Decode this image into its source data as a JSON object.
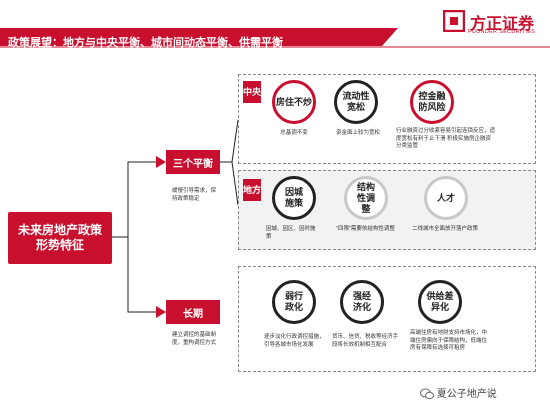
{
  "header": {
    "title": "政策展望：地方与中央平衡、城市间动态平衡、供需平衡",
    "logo_cn": "方正证券",
    "logo_en": "FOUNDER SECURITIES",
    "colors": {
      "accent": "#c8102e",
      "panel_shade": "#f2f2f2"
    }
  },
  "root": {
    "label": "未来房地产政策形势特征"
  },
  "branches": {
    "balance": {
      "label": "三个平衡",
      "note": "缓慢引导需求，保持政策稳定"
    },
    "long_term": {
      "label": "长期",
      "note": "建立调控的基础制度，重构调控方式"
    }
  },
  "panels": {
    "central": {
      "tab": "中央",
      "items": [
        {
          "title": "房住不炒",
          "desc": "总基调不变"
        },
        {
          "title": "流动性宽松",
          "desc": "资金面上较为宽松"
        },
        {
          "title": "控金融防风险",
          "desc": "行业融资过分收紧容易引起连锁反应，适度宽松有利于止下滑 积极实施房企融资分类监管"
        }
      ]
    },
    "local": {
      "tab": "地方",
      "items": [
        {
          "title": "因城施策",
          "desc": "因城、因区、因时施策"
        },
        {
          "title": "结构性调整",
          "desc": "\"四限\"需要依结构性调整"
        },
        {
          "title": "人才",
          "desc": "二线城市全面放开落户政策"
        }
      ]
    },
    "long_term": {
      "items": [
        {
          "title": "弱行政化",
          "desc": "逐步淡化行政调控措施，引导各城市场化发展"
        },
        {
          "title": "强经济化",
          "desc": "货币、信贷、税收等经济手段将长效机制相互配合"
        },
        {
          "title": "供给差异化",
          "desc": "高端住房有地财支持市场化，中端住房偏向于保障结构，低端住房有保障有选择可租房"
        }
      ]
    }
  },
  "watermark": "夏公子地产说",
  "icons": {
    "watermark": "wechat-icon",
    "logo": "founder-logo-mark"
  }
}
